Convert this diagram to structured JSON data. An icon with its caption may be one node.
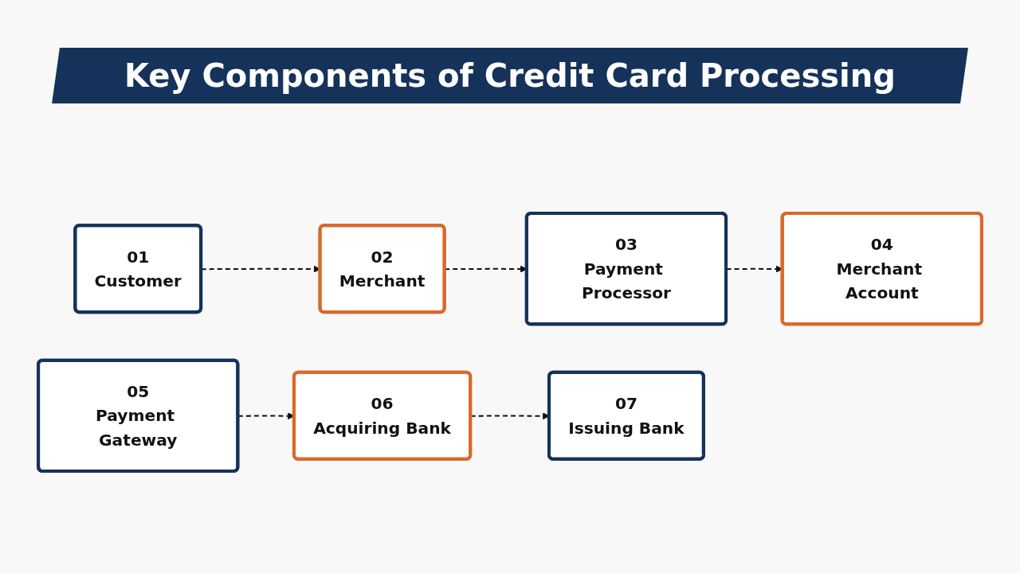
{
  "diagram": {
    "title": "Key Components of Credit Card Processing",
    "nodes": [
      {
        "text": [
          "01",
          "Customer"
        ]
      },
      {
        "text": [
          "02",
          "Merchant"
        ]
      },
      {
        "text": [
          "03",
          "Payment Processor"
        ]
      },
      {
        "text": [
          "04",
          "Merchant Account"
        ]
      },
      {
        "text": [
          "05",
          "Payment Gateway"
        ]
      },
      {
        "text": [
          "06",
          "Acquiring Bank"
        ]
      },
      {
        "text": [
          "07",
          "Issuing Bank"
        ]
      }
    ],
    "edges": [
      {
        "from": 0,
        "to": 1,
        "arrow": "to",
        "style": "dashed"
      },
      {
        "from": 1,
        "to": 2,
        "arrow": "to",
        "style": "dashed"
      },
      {
        "from": 2,
        "to": 3,
        "arrow": "to",
        "style": "dashed"
      },
      {
        "from": 4,
        "to": 5,
        "arrow": "to",
        "style": "dashed"
      },
      {
        "from": 5,
        "to": 6,
        "arrow": "to",
        "style": "dashed"
      }
    ]
  }
}
